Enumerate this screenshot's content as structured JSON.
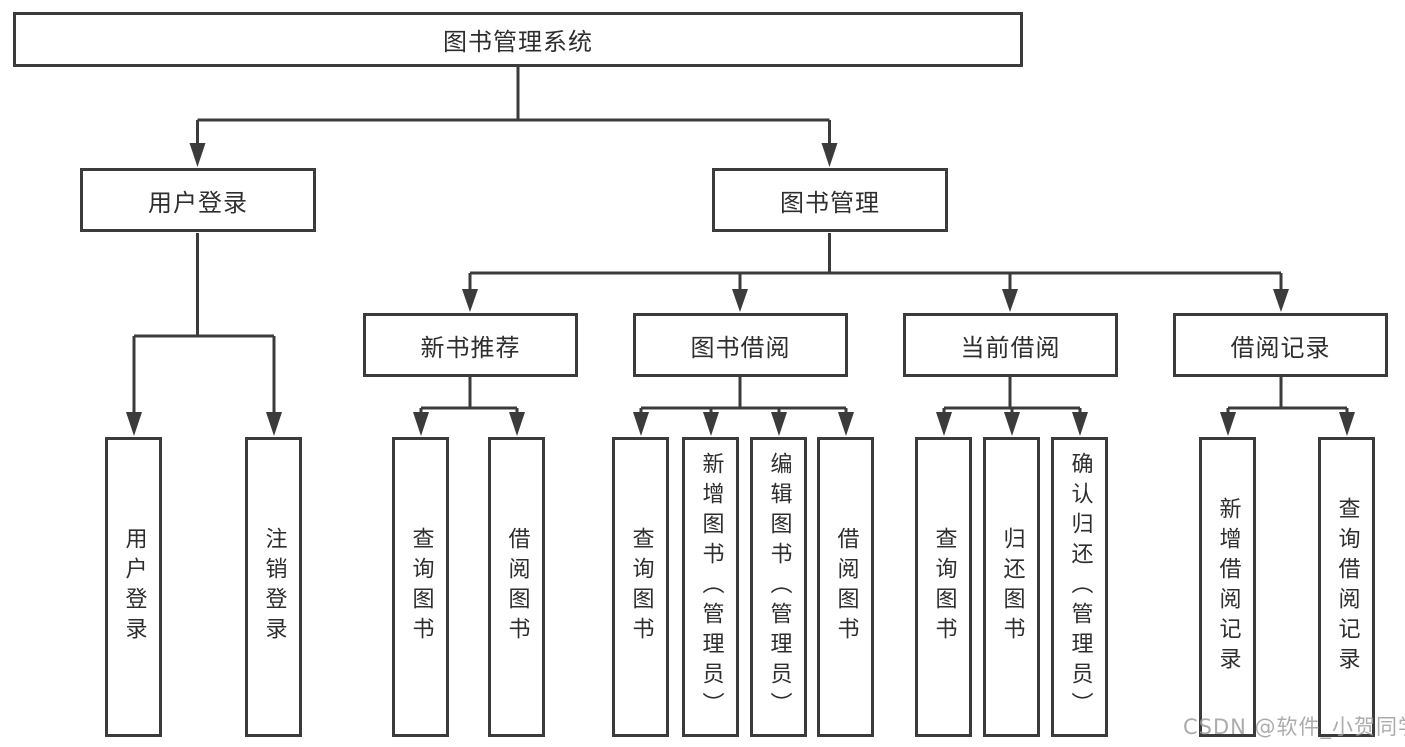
{
  "tree": {
    "label": "图书管理系统",
    "children": [
      {
        "label": "用户登录",
        "children": [
          {
            "label": "用户登录"
          },
          {
            "label": "注销登录"
          }
        ]
      },
      {
        "label": "图书管理",
        "children": [
          {
            "label": "新书推荐",
            "children": [
              {
                "label": "查询图书"
              },
              {
                "label": "借阅图书"
              }
            ]
          },
          {
            "label": "图书借阅",
            "children": [
              {
                "label": "查询图书"
              },
              {
                "label": "新增图书（管理员）"
              },
              {
                "label": "编辑图书（管理员）"
              },
              {
                "label": "借阅图书"
              }
            ]
          },
          {
            "label": "当前借阅",
            "children": [
              {
                "label": "查询图书"
              },
              {
                "label": "归还图书"
              },
              {
                "label": "确认归还（管理员）"
              }
            ]
          },
          {
            "label": "借阅记录",
            "children": [
              {
                "label": "新增借阅记录"
              },
              {
                "label": "查询借阅记录"
              }
            ]
          }
        ]
      }
    ]
  },
  "watermark": "CSDN @软件_小贺同学",
  "colors": {
    "line": "#3b3b3b",
    "text": "#2e2e2e",
    "watermark": "#9e9e9e",
    "background": "#ffffff"
  }
}
